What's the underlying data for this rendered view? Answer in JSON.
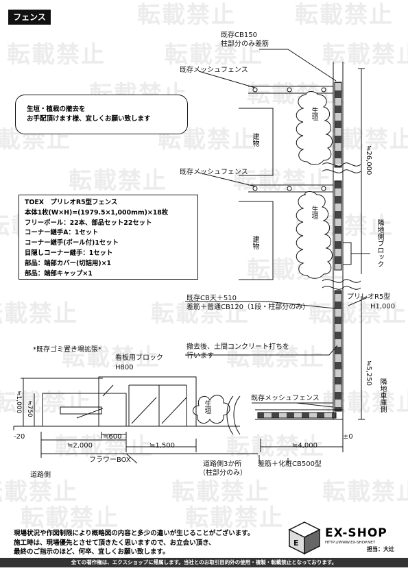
{
  "header": {
    "tag": "フェンス"
  },
  "watermark": {
    "text": "転載禁止"
  },
  "note": {
    "lines": [
      "生垣・植栽の撤去を",
      "お手配頂けます様、宜しくお願い致します"
    ]
  },
  "spec": {
    "lines": [
      "TOEX　プリレオR5型フェンス",
      "本体1枚(W×H)=(1979.5×1,000mm)×18枚",
      "フリーポール：22本、部品セット22セット",
      "コーナー継手A：1セット",
      "コーナー継手(ポール付)1セット",
      "目隠しコーナー継手：1セット",
      "部品：端部カバー(切詰用)×1",
      "部品：端部キャップ×1"
    ]
  },
  "labels": {
    "existing_cb150": "既存CB150",
    "post_rebar_only": "柱部分のみ差筋",
    "mesh_fence_1": "既存メッシュフェンス",
    "mesh_fence_2": "既存メッシュフェンス",
    "mesh_fence_3": "既存メッシュフェンス",
    "hedge_1": "生垣",
    "hedge_2": "生垣",
    "hedge_3": "生垣",
    "building_1": "建物",
    "building_2": "建物",
    "neighbor_block": "隣地側ブロック",
    "dim_26000": "≒26,000",
    "existing_cb_top": "既存CB天＋510",
    "rebar_cb120": "差筋＋普通CB120（1段・柱部分のみ）",
    "product": "プリレオR5型",
    "product_height": "H1,000",
    "garbage_extension": "*既存ゴミ置き場拡張*",
    "sign_block": "看板用ブロック",
    "sign_height": "H800",
    "removal_note_1": "撤去後、土間コンクリート打ちを",
    "removal_note_2": "行います",
    "dim_5250": "≒5,250",
    "neighbor_garage": "隣地車庫側",
    "dim_1000": "≒1,000",
    "dim_750": "≒750",
    "dim_m20": "-20",
    "dim_600": "≒600",
    "dim_2000": "≒2,000",
    "dim_1500": "≒1,500",
    "flower_box": "フラワーBOX",
    "dim_4000": "≒4,000",
    "dim_zero": "±0",
    "road_side": "道路側",
    "road_side_3": "道路側3か所",
    "post_only": "（柱部分のみ）",
    "rebar_cb500": "差筋＋化粧CB500型"
  },
  "footer": {
    "lines": [
      "現場状況や作図制限により概略図の内容と多少の違いが生じることがございます。",
      "施工時は、現場優先とさせて頂きたく思いますので、お立会い頂き、",
      "最終のご指示のほど、何卒、宜しくお願い致します。"
    ]
  },
  "copyright": "全ての著作権は、エクスショップに帰属します。当社とのお取引目的外の使用・複製・転載禁止となっております。",
  "logo": {
    "name": "EX-SHOP",
    "url": "HTTP://WWW.EX-SHOP.NET",
    "staff": "担当：大辻"
  }
}
